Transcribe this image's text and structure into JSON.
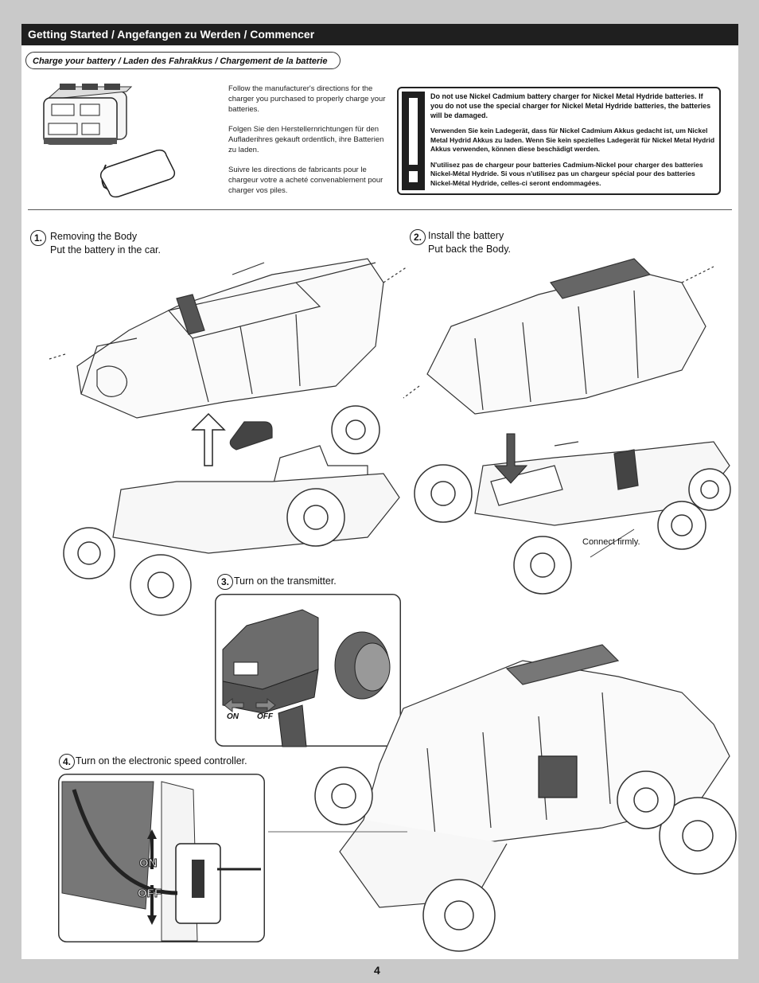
{
  "header": {
    "title": "Getting Started / Angefangen zu Werden / Commencer"
  },
  "charge_section": {
    "title": "Charge your battery / Laden des Fahrakkus / Chargement de la batterie",
    "directions": [
      "Follow the manufacturer's directions for the charger you purchased to properly charge your batteries.",
      "Folgen Sie den Herstellernrichtungen für den Aufladerihres gekauft ordentlich, ihre Batterien zu laden.",
      "Suivre les directions de fabricants pour le chargeur votre a acheté convenablement pour charger vos piles."
    ],
    "warning": [
      "Do not use Nickel Cadmium battery charger for Nickel Metal Hydride batteries. If you do not use the special charger for Nickel Metal Hydride batteries, the batteries will be damaged.",
      "Verwenden Sie kein Ladegerät, dass für Nickel Cadmium Akkus gedacht ist, um Nickel Metal Hydrid Akkus zu laden. Wenn Sie kein spezielles Ladegerät für Nickel Metal Hydrid Akkus verwenden, können diese beschädigt werden.",
      "N'utilisez pas de chargeur pour batteries Cadmium-Nickel pour charger des batteries Nickel-Métal Hydride. Si vous n'utilisez pas un chargeur spécial pour des batteries Nickel-Métal Hydride, celles-ci seront endommagées."
    ]
  },
  "steps": [
    {
      "number": "1.",
      "line1": "Removing the Body",
      "line2": "Put the battery in the car."
    },
    {
      "number": "2.",
      "line1": "Install the battery",
      "line2": "Put back the Body."
    },
    {
      "number": "3.",
      "line1": "Turn on the transmitter.",
      "line2": ""
    },
    {
      "number": "4.",
      "line1": "Turn on the electronic speed controller.",
      "line2": ""
    }
  ],
  "labels": {
    "connect_firmly": "Connect firmly.",
    "tx_on": "ON",
    "tx_off": "OFF",
    "esc_on": "ON",
    "esc_off": "OFF"
  },
  "page_number": "4"
}
